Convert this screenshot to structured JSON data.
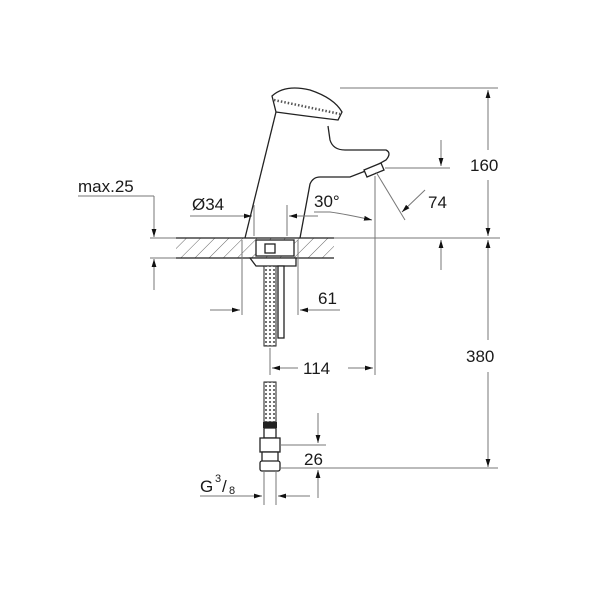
{
  "drawing": {
    "subject": "Basin faucet technical dimension drawing",
    "dimensions": {
      "max_countertop": "max.25",
      "diameter": "Ø34",
      "spout_angle": "30°",
      "outlet_length": "74",
      "height_above_counter": "160",
      "hose_offset": "61",
      "spout_reach": "114",
      "hose_length": "380",
      "fitting_height": "26",
      "thread_prefix": "G",
      "thread_num": "3",
      "thread_den": "8"
    },
    "colors": {
      "outline": "#222222",
      "dimension_line": "#777777",
      "background": "#ffffff"
    }
  }
}
